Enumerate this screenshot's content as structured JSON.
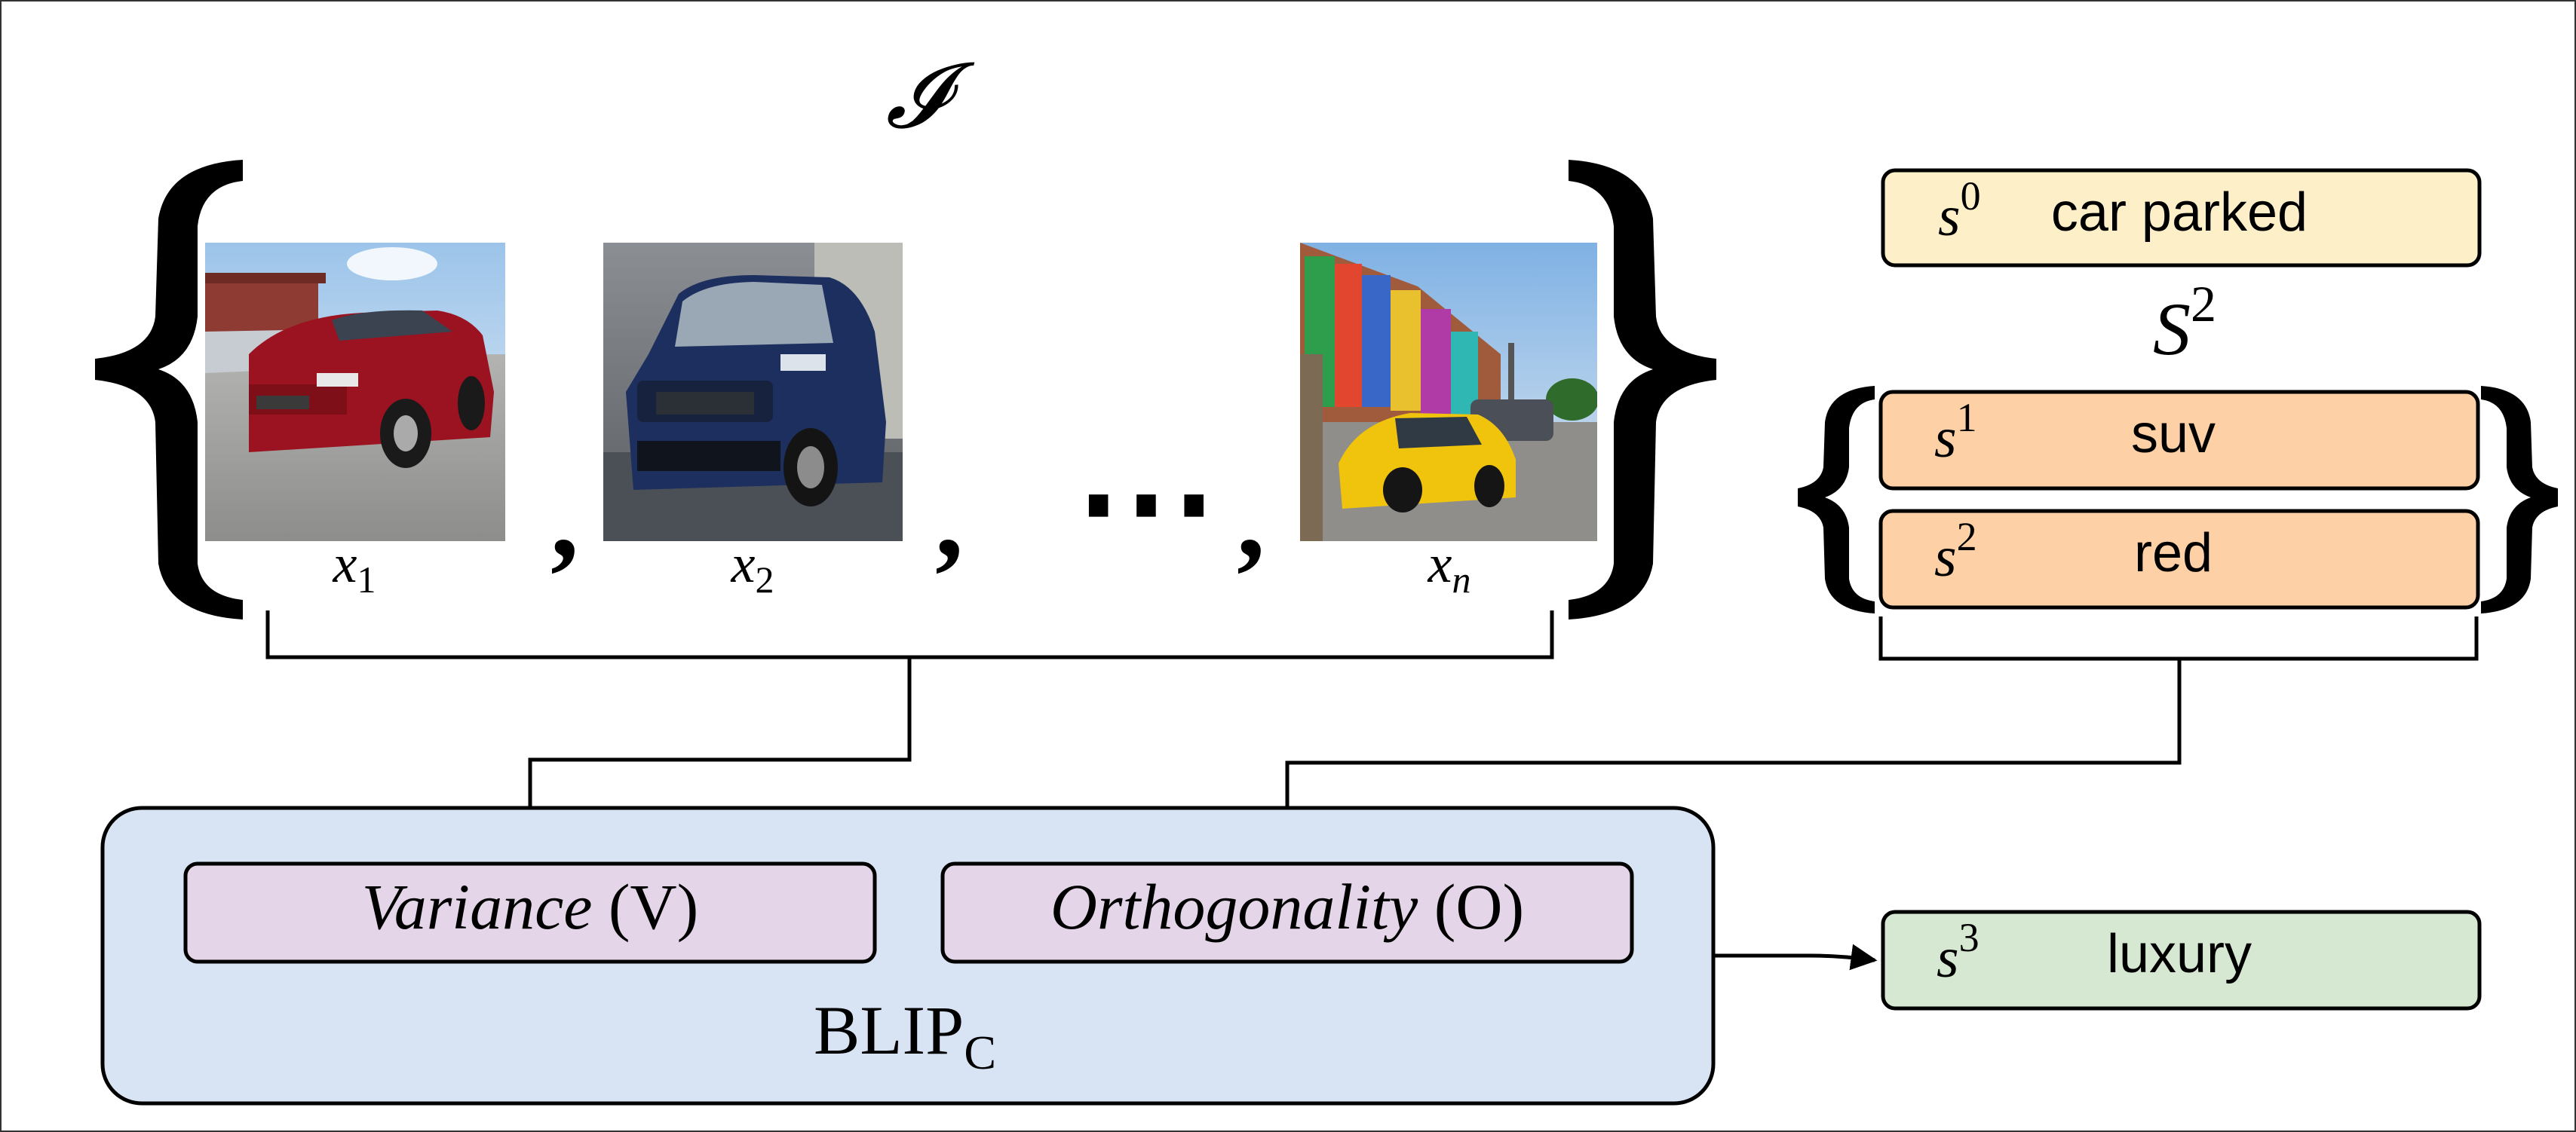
{
  "image_set": {
    "symbol": "𝓘",
    "images": [
      {
        "label": "x",
        "index": "1",
        "depicts": "red-sedan"
      },
      {
        "label": "x",
        "index": "2",
        "depicts": "blue-suv"
      },
      {
        "label": "x",
        "index": "n",
        "depicts": "yellow-sports-car"
      }
    ],
    "separator": ",",
    "ellipsis": "⋯"
  },
  "attributes": {
    "s0": {
      "symbol": "s",
      "sup": "0",
      "label": "car parked",
      "color": "#fdf0c8"
    },
    "set_symbol": "S",
    "set_sup": "2",
    "s1": {
      "symbol": "s",
      "sup": "1",
      "label": "suv",
      "color": "#fdd0a6"
    },
    "s2": {
      "symbol": "s",
      "sup": "2",
      "label": "red",
      "color": "#fdd0a6"
    },
    "s3": {
      "symbol": "s",
      "sup": "3",
      "label": "luxury",
      "color": "#d6e8d2"
    }
  },
  "blip": {
    "name": "BLIP",
    "subscript": "C",
    "color": "#d8e3f4",
    "variance": {
      "term": "Variance",
      "abbr": "(V)",
      "color": "#e4d6e8"
    },
    "orthogonality": {
      "term": "Orthogonality",
      "abbr": "(O)",
      "color": "#e4d6e8"
    }
  }
}
